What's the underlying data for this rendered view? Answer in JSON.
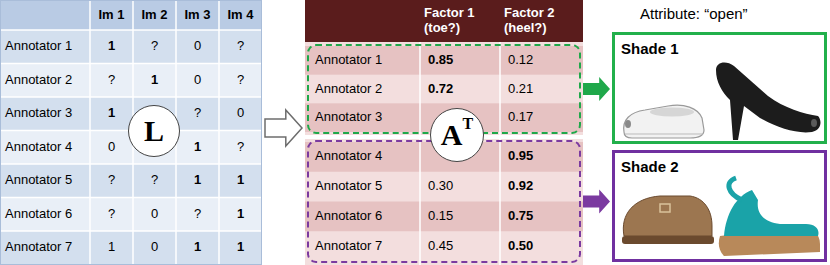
{
  "diagram": {
    "nodes": [
      {
        "text": [
          "Im 1",
          "Im 2",
          "Im 3",
          "Im 4",
          "Annotator 1",
          "1",
          "?",
          "0",
          "?",
          "Annotator 2",
          "?",
          "1",
          "0",
          "?",
          "Annotator 3",
          "1",
          "?",
          "0",
          "Annotator 4",
          "0",
          "1",
          "?",
          "Annotator 5",
          "?",
          "?",
          "1",
          "1",
          "Annotator 6",
          "?",
          "0",
          "?",
          "1",
          "Annotator 7",
          "1",
          "0",
          "1",
          "1"
        ]
      },
      {
        "text": [
          "L"
        ],
        "in": 0
      },
      {
        "text": [
          "Factor 1 (toe?)",
          "Factor 2 (heel?)"
        ]
      },
      {
        "text": [
          "Annotator 1",
          "0.85",
          "0.12",
          "Annotator 2",
          "0.72",
          "0.21",
          "Annotator 3",
          "0.17"
        ],
        "in": 2
      },
      {
        "text": [
          "Annotator 4",
          "0.95",
          "Annotator 5",
          "0.30",
          "0.92",
          "Annotator 6",
          "0.15",
          "0.75",
          "Annotator 7",
          "0.45",
          "0.50"
        ],
        "in": 2
      },
      {
        "text": [
          "A",
          "T"
        ],
        "in": 2
      },
      {
        "text": [
          "Shade 1"
        ]
      },
      {
        "text": [
          "Shade 2"
        ]
      }
    ],
    "edges": [
      {
        "from": 0,
        "to": 2,
        "arrow": "to"
      },
      {
        "from": 3,
        "to": 6,
        "arrow": "to"
      },
      {
        "from": 4,
        "to": 7,
        "arrow": "to"
      }
    ],
    "labels": [
      "Attribute: “open”"
    ]
  }
}
